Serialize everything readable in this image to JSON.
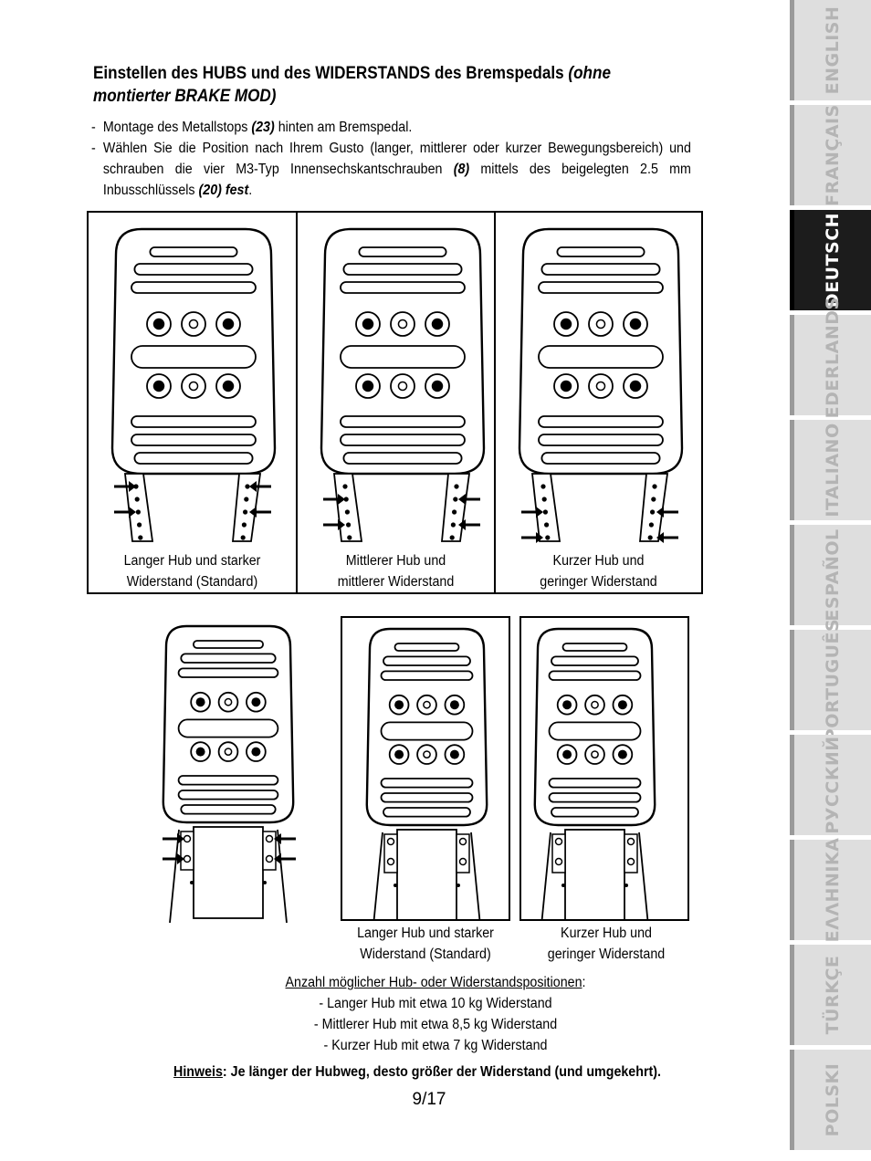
{
  "heading": {
    "main": "Einstellen des HUBS und des WIDERSTANDS des Bremspedals ",
    "italic": "(ohne montierter BRAKE MOD)"
  },
  "bullets": [
    {
      "dash": "-",
      "a": "Montage des Metallstops ",
      "b": "(23)",
      "c": " hinten am Bremspedal.",
      "d": "",
      "e": ""
    },
    {
      "dash": "-",
      "a": "Wählen Sie die Position nach Ihrem Gusto (langer, mittlerer oder kurzer Bewegungsbereich) und schrauben die vier M3-Typ Innensechskantschrauben ",
      "b": "(8)",
      "c": " mittels des beigelegten 2.5 mm Inbusschlüssels ",
      "d": "(20) fest",
      "e": "."
    }
  ],
  "row1_captions": [
    {
      "l1": "Langer Hub und starker",
      "l2": "Widerstand (Standard)"
    },
    {
      "l1": "Mittlerer Hub und",
      "l2": "mittlerer Widerstand"
    },
    {
      "l1": "Kurzer Hub und",
      "l2": "geringer Widerstand"
    }
  ],
  "row2_captions": [
    {
      "l1": "Langer Hub und starker",
      "l2": "Widerstand (Standard)"
    },
    {
      "l1": "Kurzer Hub und",
      "l2": "geringer Widerstand"
    }
  ],
  "summary": {
    "title": "Anzahl möglicher Hub- oder Widerstandspositionen",
    "colon": ":",
    "lines": [
      "- Langer Hub mit etwa 10 kg Widerstand",
      "- Mittlerer Hub mit etwa 8,5 kg Widerstand",
      "- Kurzer Hub mit etwa 7 kg Widerstand"
    ]
  },
  "note": {
    "label": "Hinweis",
    "text": ": Je länger der Hubweg, desto größer der Widerstand (und umgekehrt)."
  },
  "page_number": "9/17",
  "language_tabs": [
    {
      "label": "ENGLISH",
      "active": false
    },
    {
      "label": "FRANÇAIS",
      "active": false
    },
    {
      "label": "DEUTSCH",
      "active": true
    },
    {
      "label": "NEDERLANDS",
      "active": false
    },
    {
      "label": "ITALIANO",
      "active": false
    },
    {
      "label": "ESPAÑOL",
      "active": false
    },
    {
      "label": "PORTUGUÊS",
      "active": false
    },
    {
      "label": "РУССКИЙ",
      "active": false
    },
    {
      "label": "ΕΛΛΗΝΙΚΑ",
      "active": false
    },
    {
      "label": "TÜRKÇE",
      "active": false
    },
    {
      "label": "POLSKI",
      "active": false
    }
  ],
  "colors": {
    "tab_bg": "#dedede",
    "tab_active_bg": "#1c1c1c",
    "tab_text": "#b4b4b4"
  }
}
